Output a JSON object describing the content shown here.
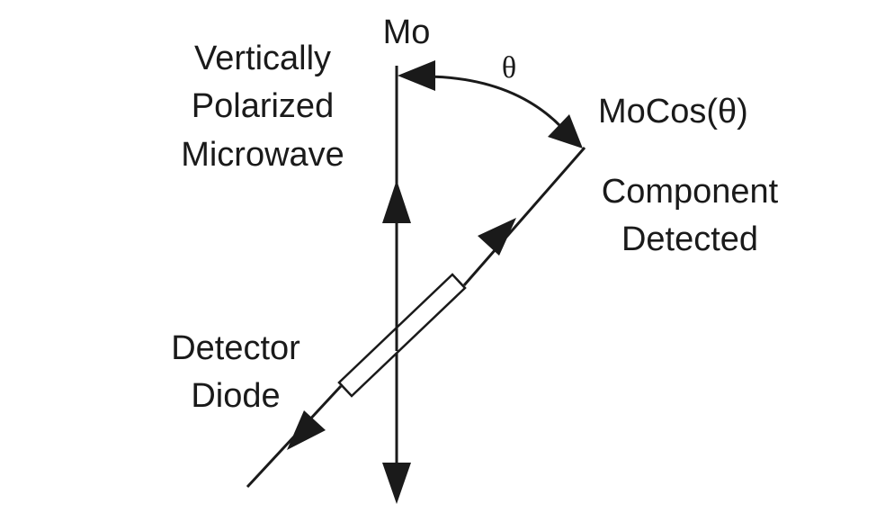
{
  "labels": {
    "mo": "Mo",
    "theta": "θ",
    "mo_cos_theta": "MoCos(θ)",
    "vertical_polarized": [
      "Vertically",
      "Polarized",
      "Microwave"
    ],
    "component_detected": [
      "Component",
      "Detected"
    ],
    "detector_diode": [
      "Detector",
      "Diode"
    ]
  },
  "colors": {
    "ink": "#1a1a1a",
    "background": "#ffffff"
  }
}
